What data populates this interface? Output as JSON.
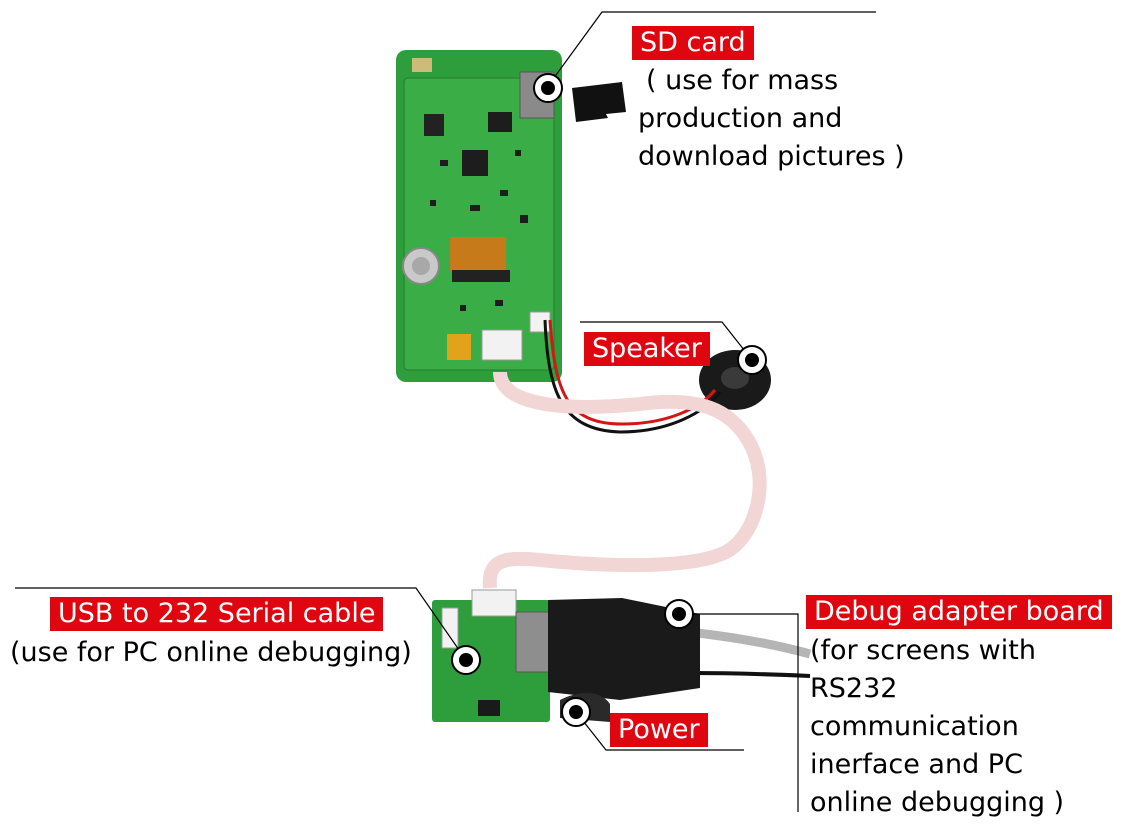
{
  "colors": {
    "label_bg": "#e0060f",
    "label_text": "#ffffff",
    "body_text": "#000000",
    "pcb_green": "#2e9e3c",
    "leader_line": "#000000"
  },
  "callouts": {
    "sd_card": {
      "label": "SD card",
      "desc": [
        "( use for mass",
        "production and",
        "download pictures )"
      ]
    },
    "speaker": {
      "label": "Speaker"
    },
    "usb_cable": {
      "label": "USB to 232 Serial cable",
      "desc": [
        "(use for PC online debugging)"
      ]
    },
    "debug_board": {
      "label": "Debug adapter board",
      "desc": [
        "(for screens with",
        "RS232",
        "communication",
        "inerface and PC",
        "online debugging )"
      ]
    },
    "power": {
      "label": "Power"
    }
  }
}
